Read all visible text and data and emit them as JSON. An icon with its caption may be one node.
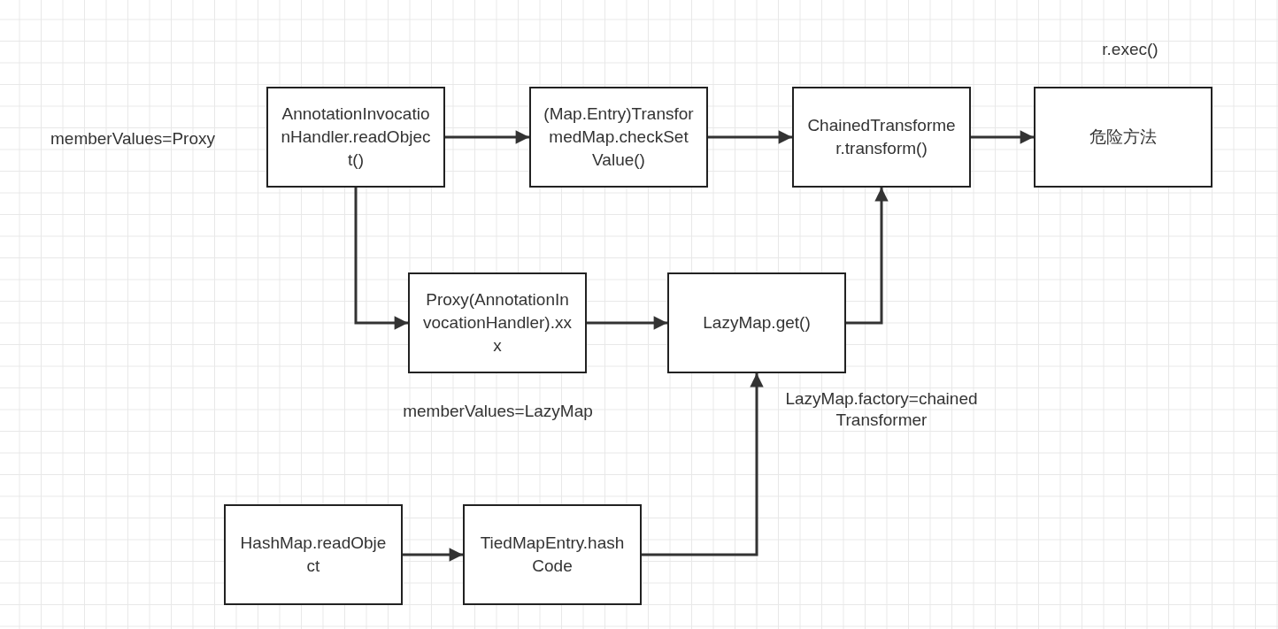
{
  "diagram": {
    "nodes": [
      {
        "text": [
          "AnnotationInvocationHandler.readObject()"
        ]
      },
      {
        "text": [
          "(Map.Entry)TransformedMap.checkSetValue()"
        ]
      },
      {
        "text": [
          "ChainedTransformer.transform()"
        ]
      },
      {
        "text": [
          "危险方法"
        ]
      },
      {
        "text": [
          "Proxy(AnnotationInvocationHandler).xxx"
        ]
      },
      {
        "text": [
          "LazyMap.get()"
        ]
      },
      {
        "text": [
          "HashMap.readObject"
        ]
      },
      {
        "text": [
          "TiedMapEntry.hashCode"
        ]
      }
    ],
    "edges": [
      {
        "from": 0,
        "to": 1,
        "arrow": "to"
      },
      {
        "from": 1,
        "to": 2,
        "arrow": "to"
      },
      {
        "from": 2,
        "to": 3,
        "arrow": "to"
      },
      {
        "from": 0,
        "to": 4,
        "arrow": "to"
      },
      {
        "from": 4,
        "to": 5,
        "arrow": "to"
      },
      {
        "from": 5,
        "to": 2,
        "arrow": "to"
      },
      {
        "from": 7,
        "to": 5,
        "arrow": "to"
      },
      {
        "from": 6,
        "to": 7,
        "arrow": "to"
      }
    ],
    "labels": [
      "r.exec()",
      "memberValues=Proxy",
      "memberValues=LazyMap",
      "LazyMap.factory=chained Transformer"
    ]
  }
}
